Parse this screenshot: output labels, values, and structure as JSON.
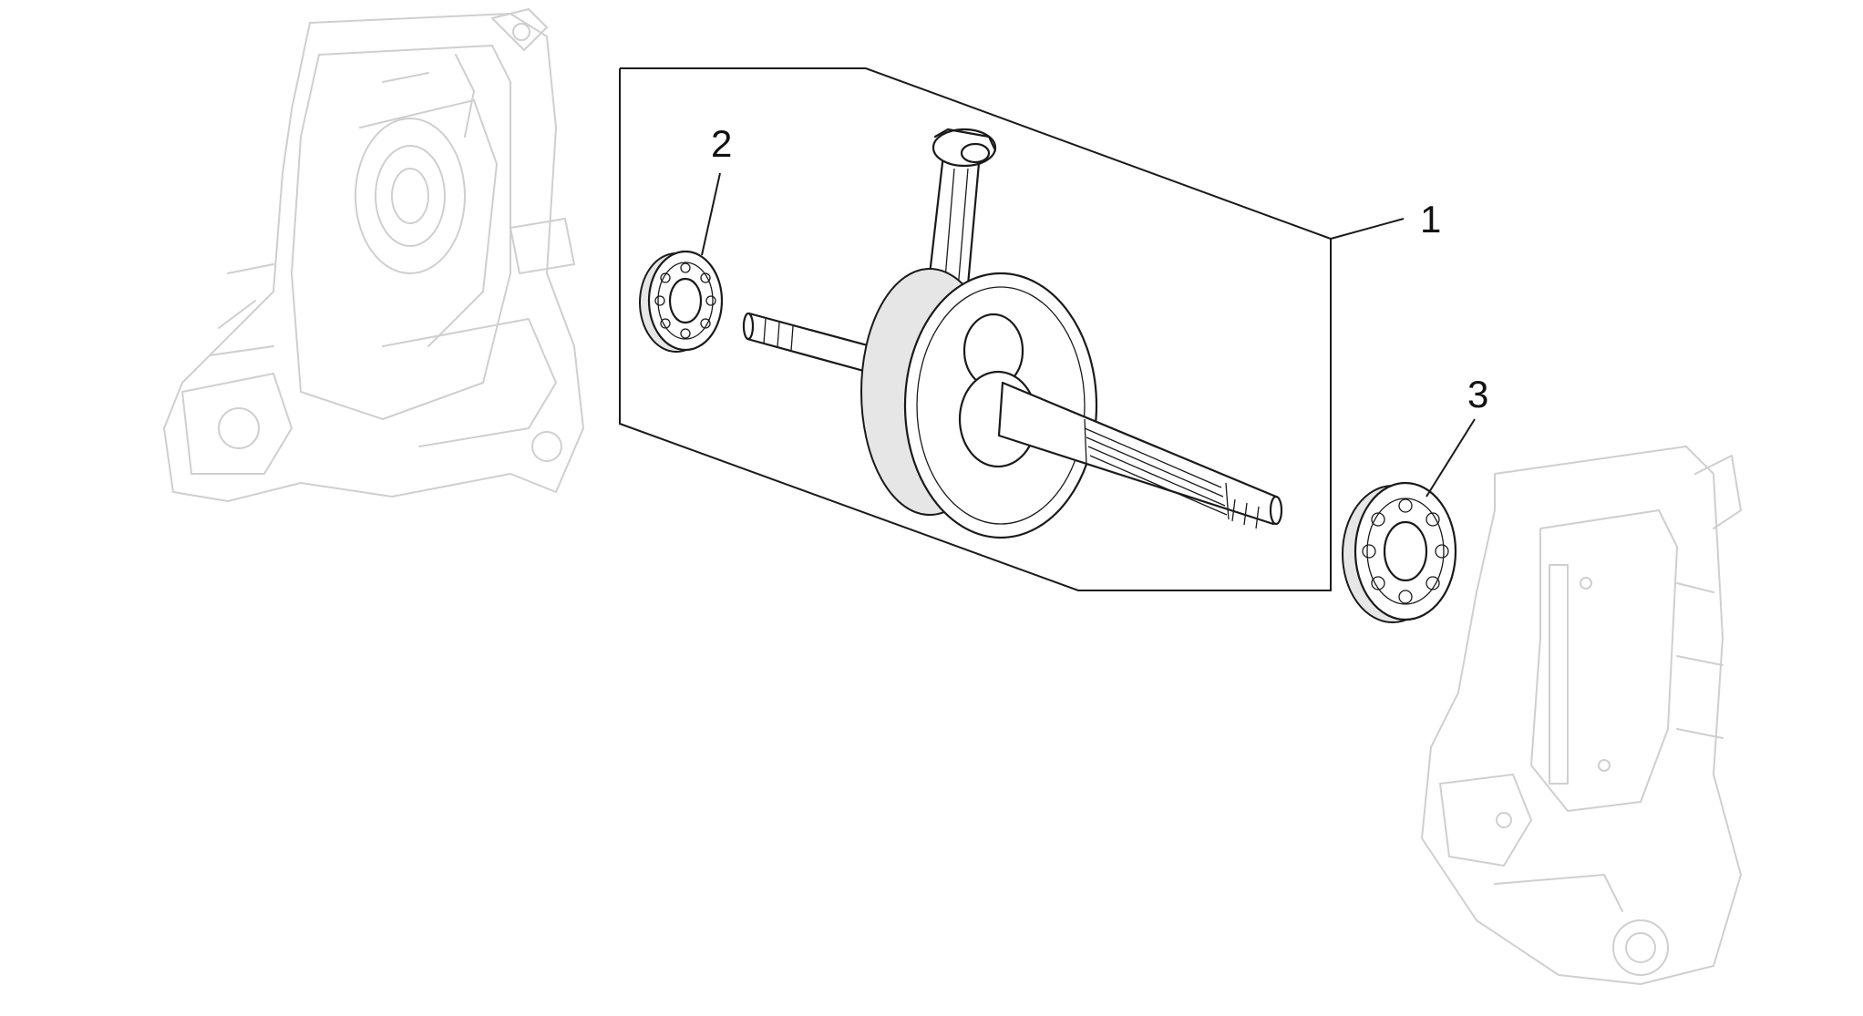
{
  "callouts": [
    {
      "id": "1",
      "label": "1"
    },
    {
      "id": "2",
      "label": "2"
    },
    {
      "id": "3",
      "label": "3"
    }
  ],
  "colors": {
    "ink": "#1a1a1a",
    "ghost": "#cfcfcf",
    "background": "#ffffff"
  }
}
